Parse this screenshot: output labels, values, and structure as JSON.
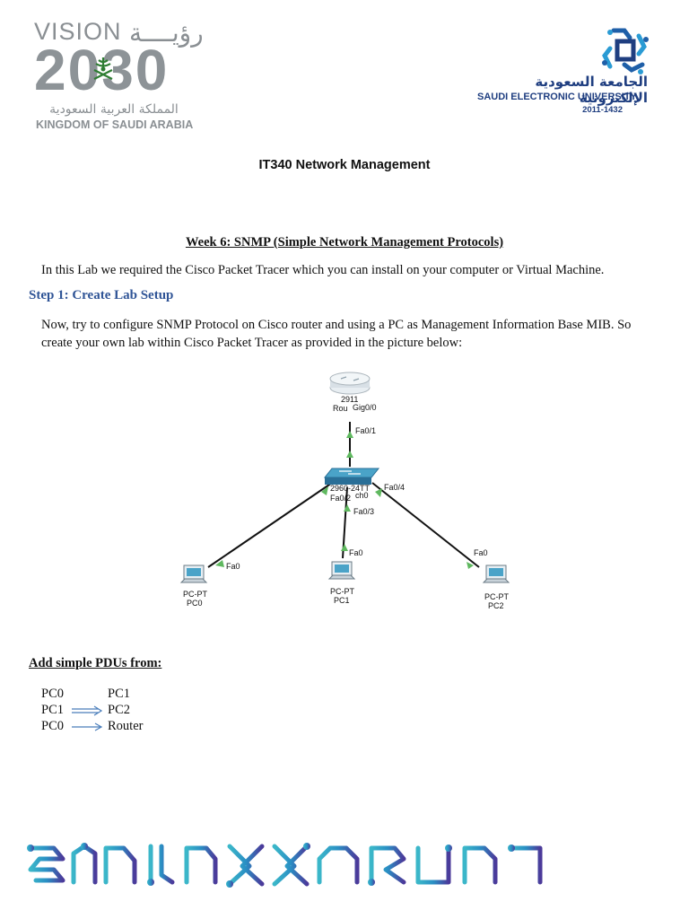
{
  "vision_logo": {
    "word": "VISION",
    "arabic_word": "رؤيــــة",
    "year": "2030",
    "arabic_kingdom": "المملكة العربية السعودية",
    "english_kingdom": "KINGDOM OF SAUDI ARABIA"
  },
  "university_logo": {
    "arabic_name": "الجامعة السعودية الإلكترونية",
    "english_name": "SAUDI ELECTRONIC UNIVERSITY",
    "years": "2011-1432"
  },
  "course_title": "IT340 Network Management",
  "week_title": "Week 6: SNMP (Simple Network Management Protocols)",
  "intro": "In this Lab we required the Cisco Packet Tracer which you can install on your computer or Virtual Machine.",
  "step1_heading": "Step 1: Create Lab Setup",
  "step1_text": "Now, try to configure SNMP Protocol on Cisco router and using a PC as Management Information Base MIB. So create your own lab within Cisco Packet Tracer as provided in the picture below:",
  "diagram": {
    "router_model": "2911",
    "router_name": "Rou",
    "router_port": "Gig0/0",
    "switch_uplink_port": "Fa0/1",
    "switch_model": "2960-24TT",
    "switch_name": "ch0",
    "switch_port_pc0": "Fa0/2",
    "switch_port_pc1": "Fa0/3",
    "switch_port_pc2": "Fa0/4",
    "pcs": [
      {
        "type": "PC-PT",
        "name": "PC0",
        "port": "Fa0"
      },
      {
        "type": "PC-PT",
        "name": "PC1",
        "port": "Fa0"
      },
      {
        "type": "PC-PT",
        "name": "PC2",
        "port": "Fa0"
      }
    ],
    "colors": {
      "link": "#111111",
      "port_marker": "#5fb85f",
      "device": "#2a6f97"
    }
  },
  "pdu_heading": "Add simple PDUs from:",
  "pdus": [
    {
      "from": "PC0",
      "to": "PC1",
      "arrow": "none"
    },
    {
      "from": "PC1",
      "to": "PC2",
      "arrow": "double"
    },
    {
      "from": "PC0",
      "to": "Router",
      "arrow": "single"
    }
  ],
  "colors": {
    "heading_blue": "#2f5496",
    "seu_blue": "#1f3e80",
    "vision_gray": "#8a8f93"
  }
}
